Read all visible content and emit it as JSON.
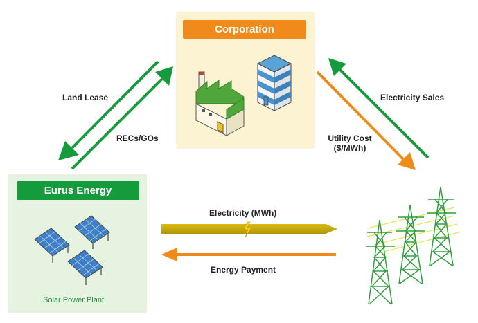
{
  "nodes": {
    "corporation": {
      "title": "Corporation"
    },
    "eurus": {
      "title": "Eurus Energy",
      "caption": "Solar Power Plant"
    }
  },
  "flows": {
    "land_lease": "Land Lease",
    "recs_gos": "RECs/GOs",
    "electricity_sales": "Electricity Sales",
    "utility_cost_line1": "Utility Cost",
    "utility_cost_line2": "($/MWh)",
    "electricity_mwh": "Electricity (MWh)",
    "energy_payment": "Energy Payment"
  },
  "colors": {
    "green": "#159a3c",
    "orange": "#ef8a1b",
    "gold": "#c8a70a",
    "corp_bg": "#fbf3d2",
    "eurus_bg": "#e6f3e0",
    "tower_green": "#2f9e3f"
  },
  "icons": [
    "factory-icon",
    "office-building-icon",
    "solar-panel-icon",
    "transmission-tower-icon",
    "lightning-icon"
  ]
}
